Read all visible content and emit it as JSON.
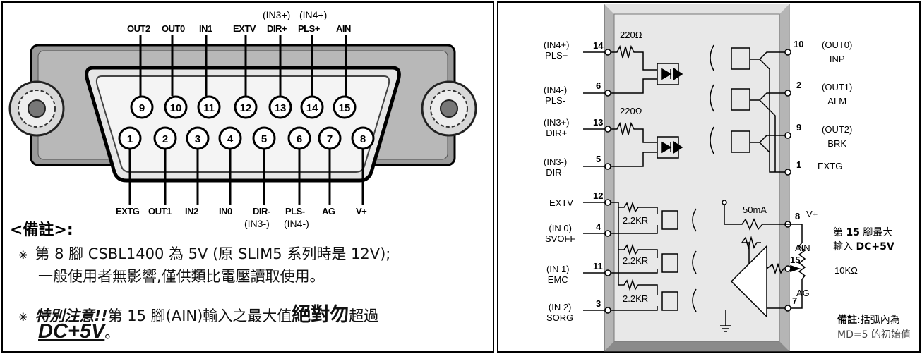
{
  "left_panel": {
    "top_labels": [
      {
        "text": "OUT2"
      },
      {
        "text": "OUT0"
      },
      {
        "text": "IN1"
      },
      {
        "text": "EXTV"
      },
      {
        "text": "DIR+"
      },
      {
        "text": "PLS+"
      },
      {
        "text": "AIN"
      }
    ],
    "top_paren_labels": [
      "(IN3+)",
      "(IN4+)"
    ],
    "top_pins": [
      "9",
      "10",
      "11",
      "12",
      "13",
      "14",
      "15"
    ],
    "bottom_pins": [
      "1",
      "2",
      "3",
      "4",
      "5",
      "6",
      "7",
      "8"
    ],
    "bottom_labels": [
      "EXTG",
      "OUT1",
      "IN2",
      "IN0",
      "DIR-",
      "PLS-",
      "AG",
      "V+"
    ],
    "bottom_paren_labels": [
      "(IN3-)",
      "(IN4-)"
    ],
    "notes_heading": "<備註>:",
    "note1_line1": "第 8 腳 CSBL1400 為 5V (原 SLIM5 系列時是 12V);",
    "note1_line2": "一般使用者無影響,僅供類比電壓讀取使用。",
    "note_mark": "※",
    "note2_em": "特別注意!!",
    "note2_mid": "第 15 腳(AIN)輸入之最大值",
    "note2_strong": "絕對勿",
    "note2_tail": "超過",
    "note2_value": "DC+5V",
    "note2_end": "。"
  },
  "right_panel": {
    "left_pins": [
      {
        "num": "14",
        "line1": "(IN4+)",
        "line2": "PLS+"
      },
      {
        "num": "6",
        "line1": "(IN4-)",
        "line2": "PLS-"
      },
      {
        "num": "13",
        "line1": "(IN3+)",
        "line2": "DIR+"
      },
      {
        "num": "5",
        "line1": "(IN3-)",
        "line2": "DIR-"
      },
      {
        "num": "12",
        "line1": "EXTV",
        "line2": ""
      },
      {
        "num": "4",
        "line1": "(IN 0)",
        "line2": "SVOFF"
      },
      {
        "num": "11",
        "line1": "(IN 1)",
        "line2": "EMC"
      },
      {
        "num": "3",
        "line1": "(IN 2)",
        "line2": "SORG"
      }
    ],
    "right_pins": [
      {
        "num": "10",
        "line1": "(OUT0)",
        "line2": "INP"
      },
      {
        "num": "2",
        "line1": "(OUT1)",
        "line2": "ALM"
      },
      {
        "num": "9",
        "line1": "(OUT2)",
        "line2": "BRK"
      },
      {
        "num": "1",
        "line1": "EXTG",
        "line2": ""
      },
      {
        "num": "8",
        "line1": "V+",
        "line2": ""
      },
      {
        "num": "15",
        "line1": "AIN",
        "line2": ""
      },
      {
        "num": "7",
        "line1": "AG",
        "line2": ""
      }
    ],
    "resistor_220": "220Ω",
    "resistor_22k": "2.2KR",
    "current_50ma": "50mA",
    "pot_value": "10KΩ",
    "max_note_line1a": "第 ",
    "max_note_pin": "15",
    "max_note_line1b": " 腳最大",
    "max_note_line2a": "輸入 ",
    "max_note_value": "DC+5V",
    "remark_label": "備註",
    "remark_text": ":括弧內為",
    "remark_line2": "MD=5 的初始值"
  }
}
